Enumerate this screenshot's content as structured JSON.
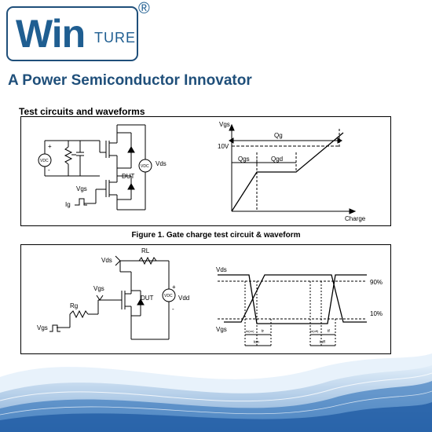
{
  "logo": {
    "win": "Win",
    "ture": "TURE",
    "registered": "®"
  },
  "tagline": "A Power Semiconductor Innovator",
  "section_title": "Test circuits and waveforms",
  "figure1": {
    "caption": "Figure 1. Gate charge test circuit & waveform",
    "circuit": {
      "vdc1": "VDC",
      "vdc2": "VDC",
      "vds": "Vds",
      "dut": "DUT",
      "vgs": "Vgs",
      "ig": "Ig",
      "plus": "+",
      "minus": "-"
    },
    "waveform": {
      "y_label": "Vgs",
      "x_label": "Charge",
      "level": "10V",
      "qg": "Qg",
      "qgs": "Qgs",
      "qgd": "Qgd"
    }
  },
  "figure2": {
    "circuit": {
      "vds": "Vds",
      "rl": "RL",
      "vgs": "Vgs",
      "dut": "DUT",
      "rg": "Rg",
      "vgs_in": "Vgs",
      "vdc": "VDC",
      "vdd": "Vdd",
      "plus": "+",
      "minus": "-"
    },
    "waveform": {
      "vds": "Vds",
      "vgs": "Vgs",
      "p90": "90%",
      "p10": "10%",
      "tdon": "td(on)",
      "tr": "tr",
      "ton": "ton",
      "tdoff": "td(off)",
      "tf": "tf",
      "toff": "toff"
    }
  }
}
